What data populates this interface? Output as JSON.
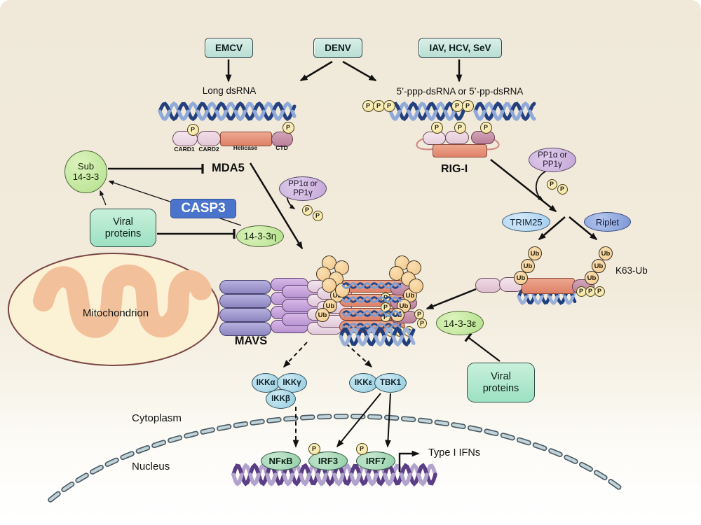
{
  "viruses": [
    {
      "label": "EMCV"
    },
    {
      "label": "DENV"
    },
    {
      "label": "IAV, HCV, SeV"
    }
  ],
  "rna": {
    "long_label": "Long dsRNA",
    "ppp_label": "5’-ppp-dsRNA or 5’-pp-dsRNA"
  },
  "mda5": {
    "name": "MDA5",
    "domains": [
      {
        "label": "CARD1"
      },
      {
        "label": "CARD2"
      },
      {
        "label": "Helicase"
      },
      {
        "label": "CTD"
      }
    ]
  },
  "rigi": {
    "name": "RIG-I"
  },
  "phosphatase": {
    "line1": "PP1α or",
    "line2": "PP1γ"
  },
  "sub_14_3_3": {
    "line1": "Sub",
    "line2": "14-3-3"
  },
  "casp3": {
    "label": "CASP3"
  },
  "viral_proteins": {
    "line1": "Viral",
    "line2": "proteins"
  },
  "eta_14_3_3": {
    "label": "14-3-3η"
  },
  "eps_14_3_3": {
    "label": "14-3-3ε"
  },
  "ligases": {
    "trim25": "TRIM25",
    "riplet": "Riplet"
  },
  "k63_label": "K63-Ub",
  "mitochondrion": {
    "label": "Mitochondrion"
  },
  "mavs": {
    "label": "MAVS"
  },
  "kinases": {
    "ikk_alpha": "IKKα",
    "ikk_gamma": "IKKγ",
    "ikk_beta": "IKKβ",
    "ikk_eps": "IKKε",
    "tbk1": "TBK1"
  },
  "compartments": {
    "cytoplasm": "Cytoplasm",
    "nucleus": "Nucleus"
  },
  "tfs": {
    "nfkb": "NFκB",
    "irf3": "IRF3",
    "irf7": "IRF7"
  },
  "output_label": "Type I IFNs",
  "glyphs": {
    "phospho": "P",
    "ubiquitin": "Ub"
  },
  "colors": {
    "background": "#f1ead9",
    "virus_box": "#c9e7e0",
    "casp3_blue": "#4a74cc",
    "green_14_3_3": "#b9e394",
    "teal_viral": "#aee8cd",
    "purple_mavs": "#9a94ca",
    "salmon_helicase": "#e8907c",
    "lavender_pp1": "#cdb3dd",
    "blue_trim25": "#bcdcf4",
    "blue_riplet": "#8ea9e0",
    "cyan_kinase": "#a9d6e8",
    "green_tf": "#a9d9bb",
    "orange_ub": "#f6cf9a",
    "yellow_p": "#f7ecb5",
    "dna_dark_blue": "#24407e",
    "dna_dark_purple": "#5a3d85"
  }
}
